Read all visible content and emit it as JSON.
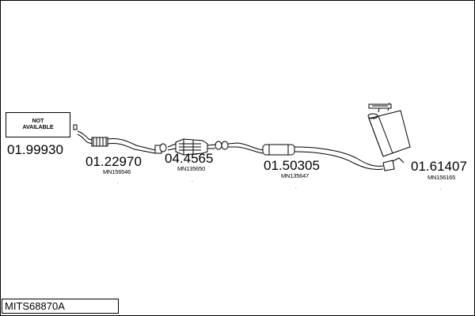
{
  "diagram": {
    "not_available": [
      "NOT",
      "AVAILABLE"
    ],
    "parts": [
      {
        "number": "01.99930",
        "oe": ""
      },
      {
        "number": "01.22970",
        "oe": "MN156546"
      },
      {
        "number": "04.4565",
        "oe": "MN135650"
      },
      {
        "number": "01.50305",
        "oe": "MN135647"
      },
      {
        "number": "01.61407",
        "oe": "MN156165"
      }
    ],
    "kit_code": "MITS68870A"
  }
}
